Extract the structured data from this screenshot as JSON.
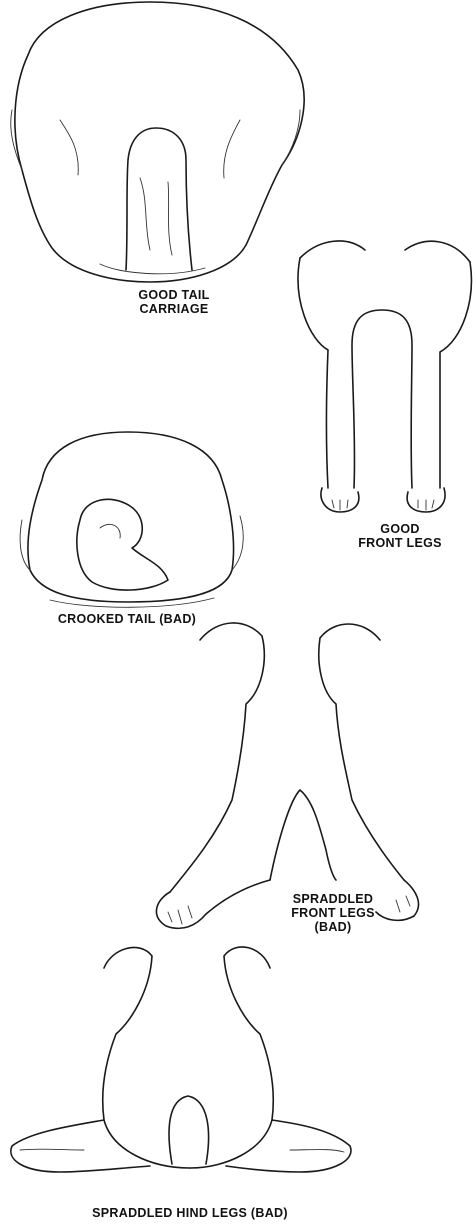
{
  "figures": [
    {
      "id": "good-tail",
      "caption_lines": [
        "GOOD TAIL",
        "CARRIAGE"
      ]
    },
    {
      "id": "good-front-legs",
      "caption_lines": [
        "GOOD",
        "FRONT LEGS"
      ]
    },
    {
      "id": "crooked-tail",
      "caption_lines": [
        "CROOKED TAIL (BAD)"
      ]
    },
    {
      "id": "spraddled-front-legs",
      "caption_lines": [
        "SPRADDLED",
        "FRONT LEGS",
        "(BAD)"
      ]
    },
    {
      "id": "spraddled-hind-legs",
      "caption_lines": [
        "SPRADDLED HIND LEGS (BAD)"
      ]
    }
  ],
  "style": {
    "ink": "#1a1a1a",
    "background": "#ffffff"
  }
}
